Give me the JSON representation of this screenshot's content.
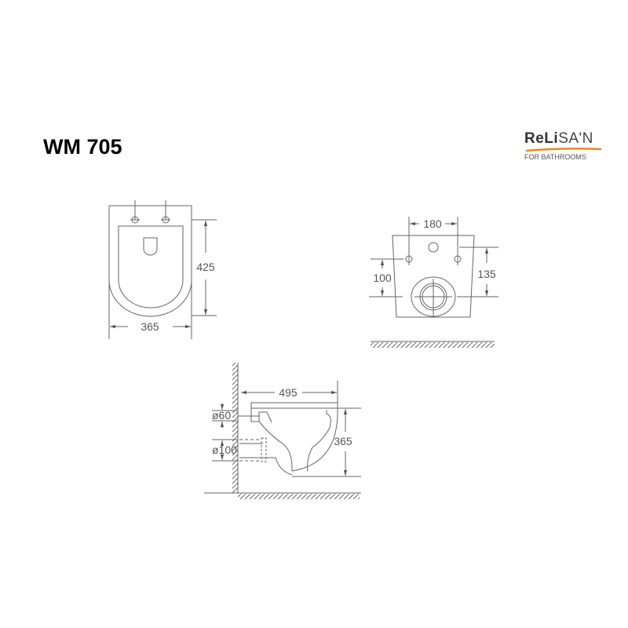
{
  "title": "WM 705",
  "logo": {
    "brand": "RELISAN",
    "tagline": "FOR BATHROOMS",
    "accent": "#e8891c"
  },
  "top_view": {
    "width": "365",
    "length": "425"
  },
  "front_view": {
    "hole_spacing": "180",
    "inlet_height": "135",
    "fixing_height": "100"
  },
  "side_view": {
    "depth": "495",
    "height": "365",
    "inlet_diameter": "ø60",
    "outlet_diameter": "ø100"
  }
}
